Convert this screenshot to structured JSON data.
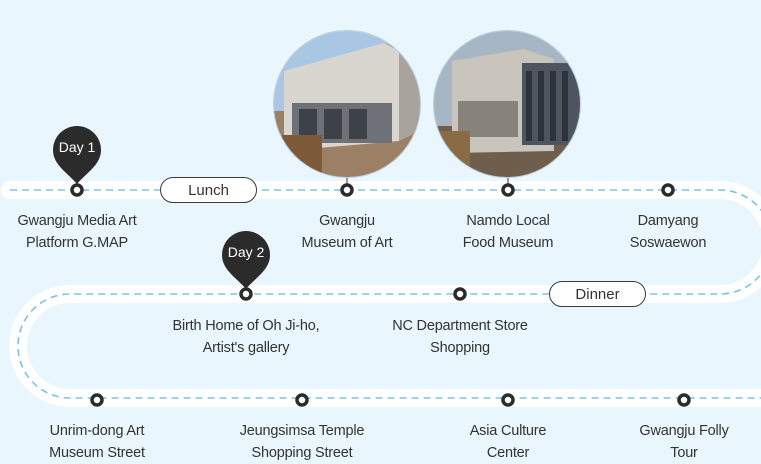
{
  "day_markers": [
    {
      "label": "Day 1"
    },
    {
      "label": "Day 2"
    }
  ],
  "breaks": [
    {
      "label": "Lunch"
    },
    {
      "label": "Dinner"
    }
  ],
  "stops": [
    {
      "line1": "Gwangju Media Art",
      "line2": "Platform G.MAP"
    },
    {
      "line1": "Gwangju",
      "line2": "Museum of Art"
    },
    {
      "line1": "Namdo Local",
      "line2": "Food Museum"
    },
    {
      "line1": "Damyang",
      "line2": "Soswaewon"
    },
    {
      "line1": "Birth Home of Oh Ji-ho,",
      "line2": "Artist's gallery"
    },
    {
      "line1": "NC Department Store",
      "line2": "Shopping"
    },
    {
      "line1": "Unrim-dong Art",
      "line2": "Museum Street"
    },
    {
      "line1": "Jeungsimsa Temple",
      "line2": "Shopping Street"
    },
    {
      "line1": "Asia Culture",
      "line2": "Center"
    },
    {
      "line1": "Gwangju Folly",
      "line2": "Tour"
    }
  ],
  "colors": {
    "background": "#e9f6fd",
    "route_band": "#ffffff",
    "route_dash": "#7cc3e3",
    "marker": "#2b2b2b"
  },
  "icons": {
    "day_marker": "map-pin-icon",
    "stop": "ring-dot-icon"
  }
}
